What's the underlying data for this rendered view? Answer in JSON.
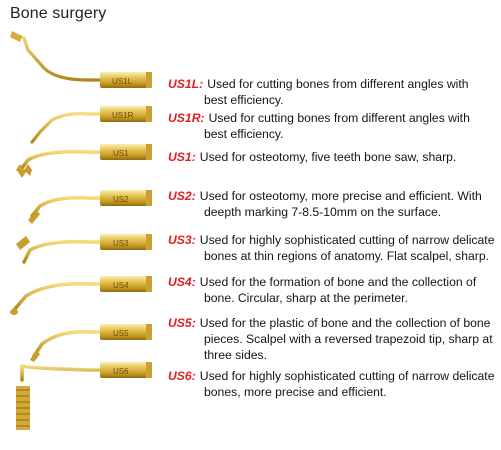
{
  "title": "Bone surgery",
  "colors": {
    "code": "#e02020",
    "gold_light": "#f7e79a",
    "gold_mid": "#d9b13c",
    "gold_dark": "#9e7715"
  },
  "items": [
    {
      "code": "US1L:",
      "line1": "Used for cutting bones from different angles with",
      "line2": "best efficiency.",
      "tip_label": "US1L"
    },
    {
      "code": "US1R:",
      "line1": "Used for cutting bones from different angles with",
      "line2": "best efficiency.",
      "tip_label": "US1R"
    },
    {
      "code": "US1:",
      "line1": "Used for osteotomy, five teeth bone saw, sharp.",
      "line2": "",
      "tip_label": "US1"
    },
    {
      "code": "US2:",
      "line1": "Used for osteotomy, more precise and efficient. With",
      "line2": "deepth marking 7-8.5-10mm on the surface.",
      "tip_label": "US2"
    },
    {
      "code": "US3:",
      "line1": "Used for highly sophisticated cutting of narrow delicate",
      "line2": "bones at thin regions of anatomy. Flat scalpel, sharp.",
      "tip_label": "US3"
    },
    {
      "code": "US4:",
      "line1": "Used for the formation of bone and the collection of",
      "line2": "bone. Circular, sharp at the perimeter.",
      "tip_label": "US4"
    },
    {
      "code": "US5:",
      "line1": "Used for the plastic of bone and the collection of bone",
      "line2": "pieces. Scalpel with a reversed trapezoid tip, sharp at",
      "line3": "three sides.",
      "tip_label": "US5"
    },
    {
      "code": "US6:",
      "line1": "Used for highly sophisticated cutting of narrow delicate",
      "line2": "bones, more precise and efficient.",
      "tip_label": "US6"
    }
  ]
}
